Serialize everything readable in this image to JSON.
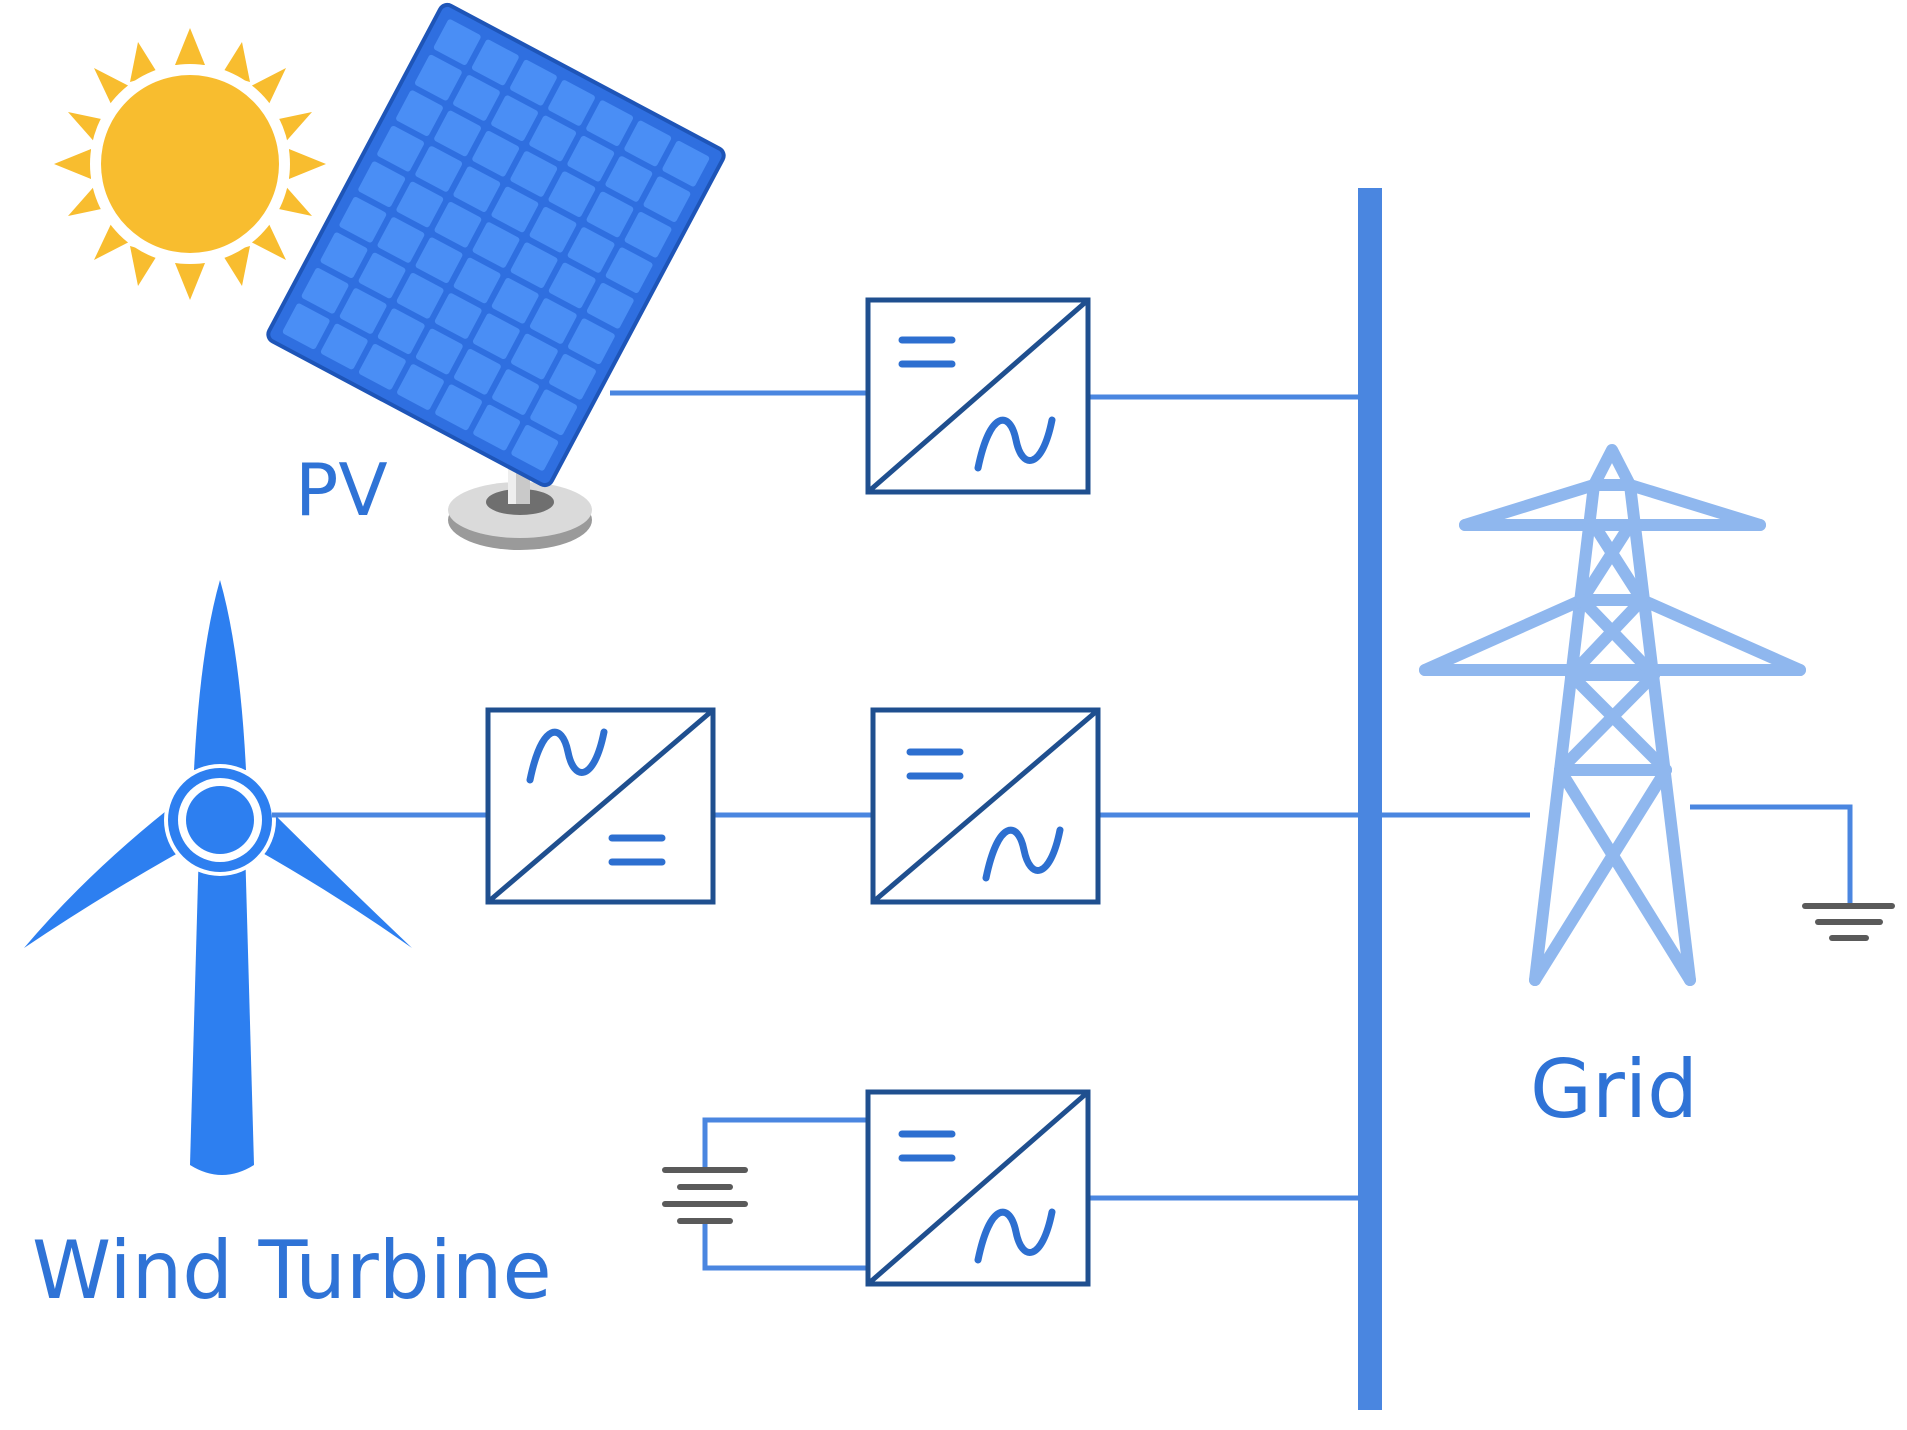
{
  "labels": {
    "pv": "PV",
    "wind": "Wind Turbine",
    "grid": "Grid"
  },
  "colors": {
    "label_blue": "#2f73d6",
    "wire_blue": "#4a86e0",
    "bus_blue": "#4a86e0",
    "converter_stroke": "#1f4f8f",
    "symbol_blue": "#2d6fd0",
    "sun_yellow": "#f8bd2f",
    "panel_blue": "#2f6fe0",
    "panel_cell": "#3f86f3",
    "turbine_blue": "#2d7ff0",
    "tower_blue": "#8fb7ee",
    "ground_gray": "#5a5a5a"
  },
  "icons": [
    "sun-icon",
    "solar-panel-icon",
    "wind-turbine-icon",
    "battery-icon",
    "transmission-tower-icon",
    "ground-icon"
  ]
}
